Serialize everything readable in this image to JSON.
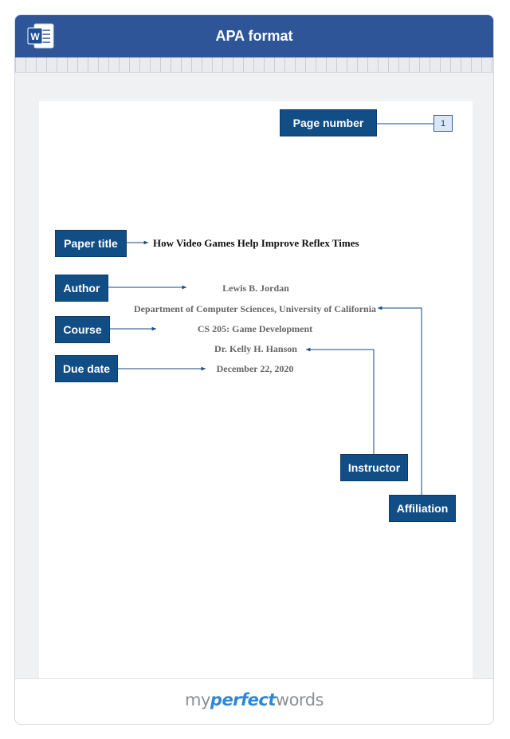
{
  "window": {
    "title": "APA format",
    "app_icon": "word-document-icon"
  },
  "page": {
    "page_number": "1",
    "title": "How Video Games Help Improve Reflex Times",
    "author": "Lewis B. Jordan",
    "affiliation": "Department of Computer Sciences, University of California",
    "course": "CS 205: Game Development",
    "instructor": "Dr. Kelly H. Hanson",
    "due_date": "December 22, 2020"
  },
  "labels": {
    "page_number": "Page number",
    "paper_title": "Paper title",
    "author": "Author",
    "course": "Course",
    "due_date": "Due date",
    "instructor": "Instructor",
    "affiliation": "Affiliation"
  },
  "footer": {
    "brand_part1": "my",
    "brand_part2": "perfect",
    "brand_part3": "words"
  },
  "colors": {
    "titlebar": "#2e5597",
    "label_bg": "#124e86",
    "connector": "#174a7e"
  }
}
